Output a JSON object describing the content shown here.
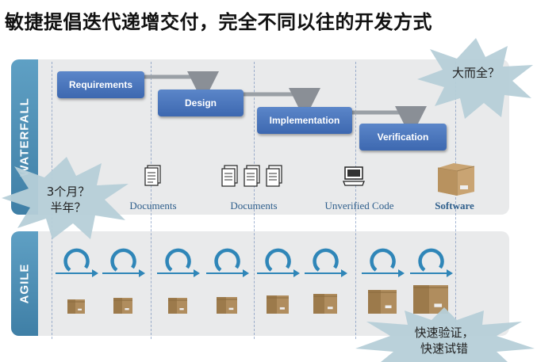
{
  "title": "敏捷提倡迭代递增交付，完全不同以往的开发方式",
  "waterfall": {
    "label": "WATERFALL",
    "phases": [
      "Requirements",
      "Design",
      "Implementation",
      "Verification"
    ],
    "outputs": [
      "Documents",
      "Documents",
      "Unverified Code",
      "Software"
    ]
  },
  "agile": {
    "label": "AGILE"
  },
  "bursts": {
    "top_right": "大而全？",
    "left_line1": "3个月？",
    "left_line2": "半年？",
    "bottom_right_line1": "快速验证，",
    "bottom_right_line2": "快速试错"
  },
  "colors": {
    "phase_box": "#4a77bd",
    "side_bar": "#4f8fb5",
    "burst": "#b6cfd8",
    "cycle_icon": "#2f86b8",
    "box_brown": "#b08d5e"
  }
}
